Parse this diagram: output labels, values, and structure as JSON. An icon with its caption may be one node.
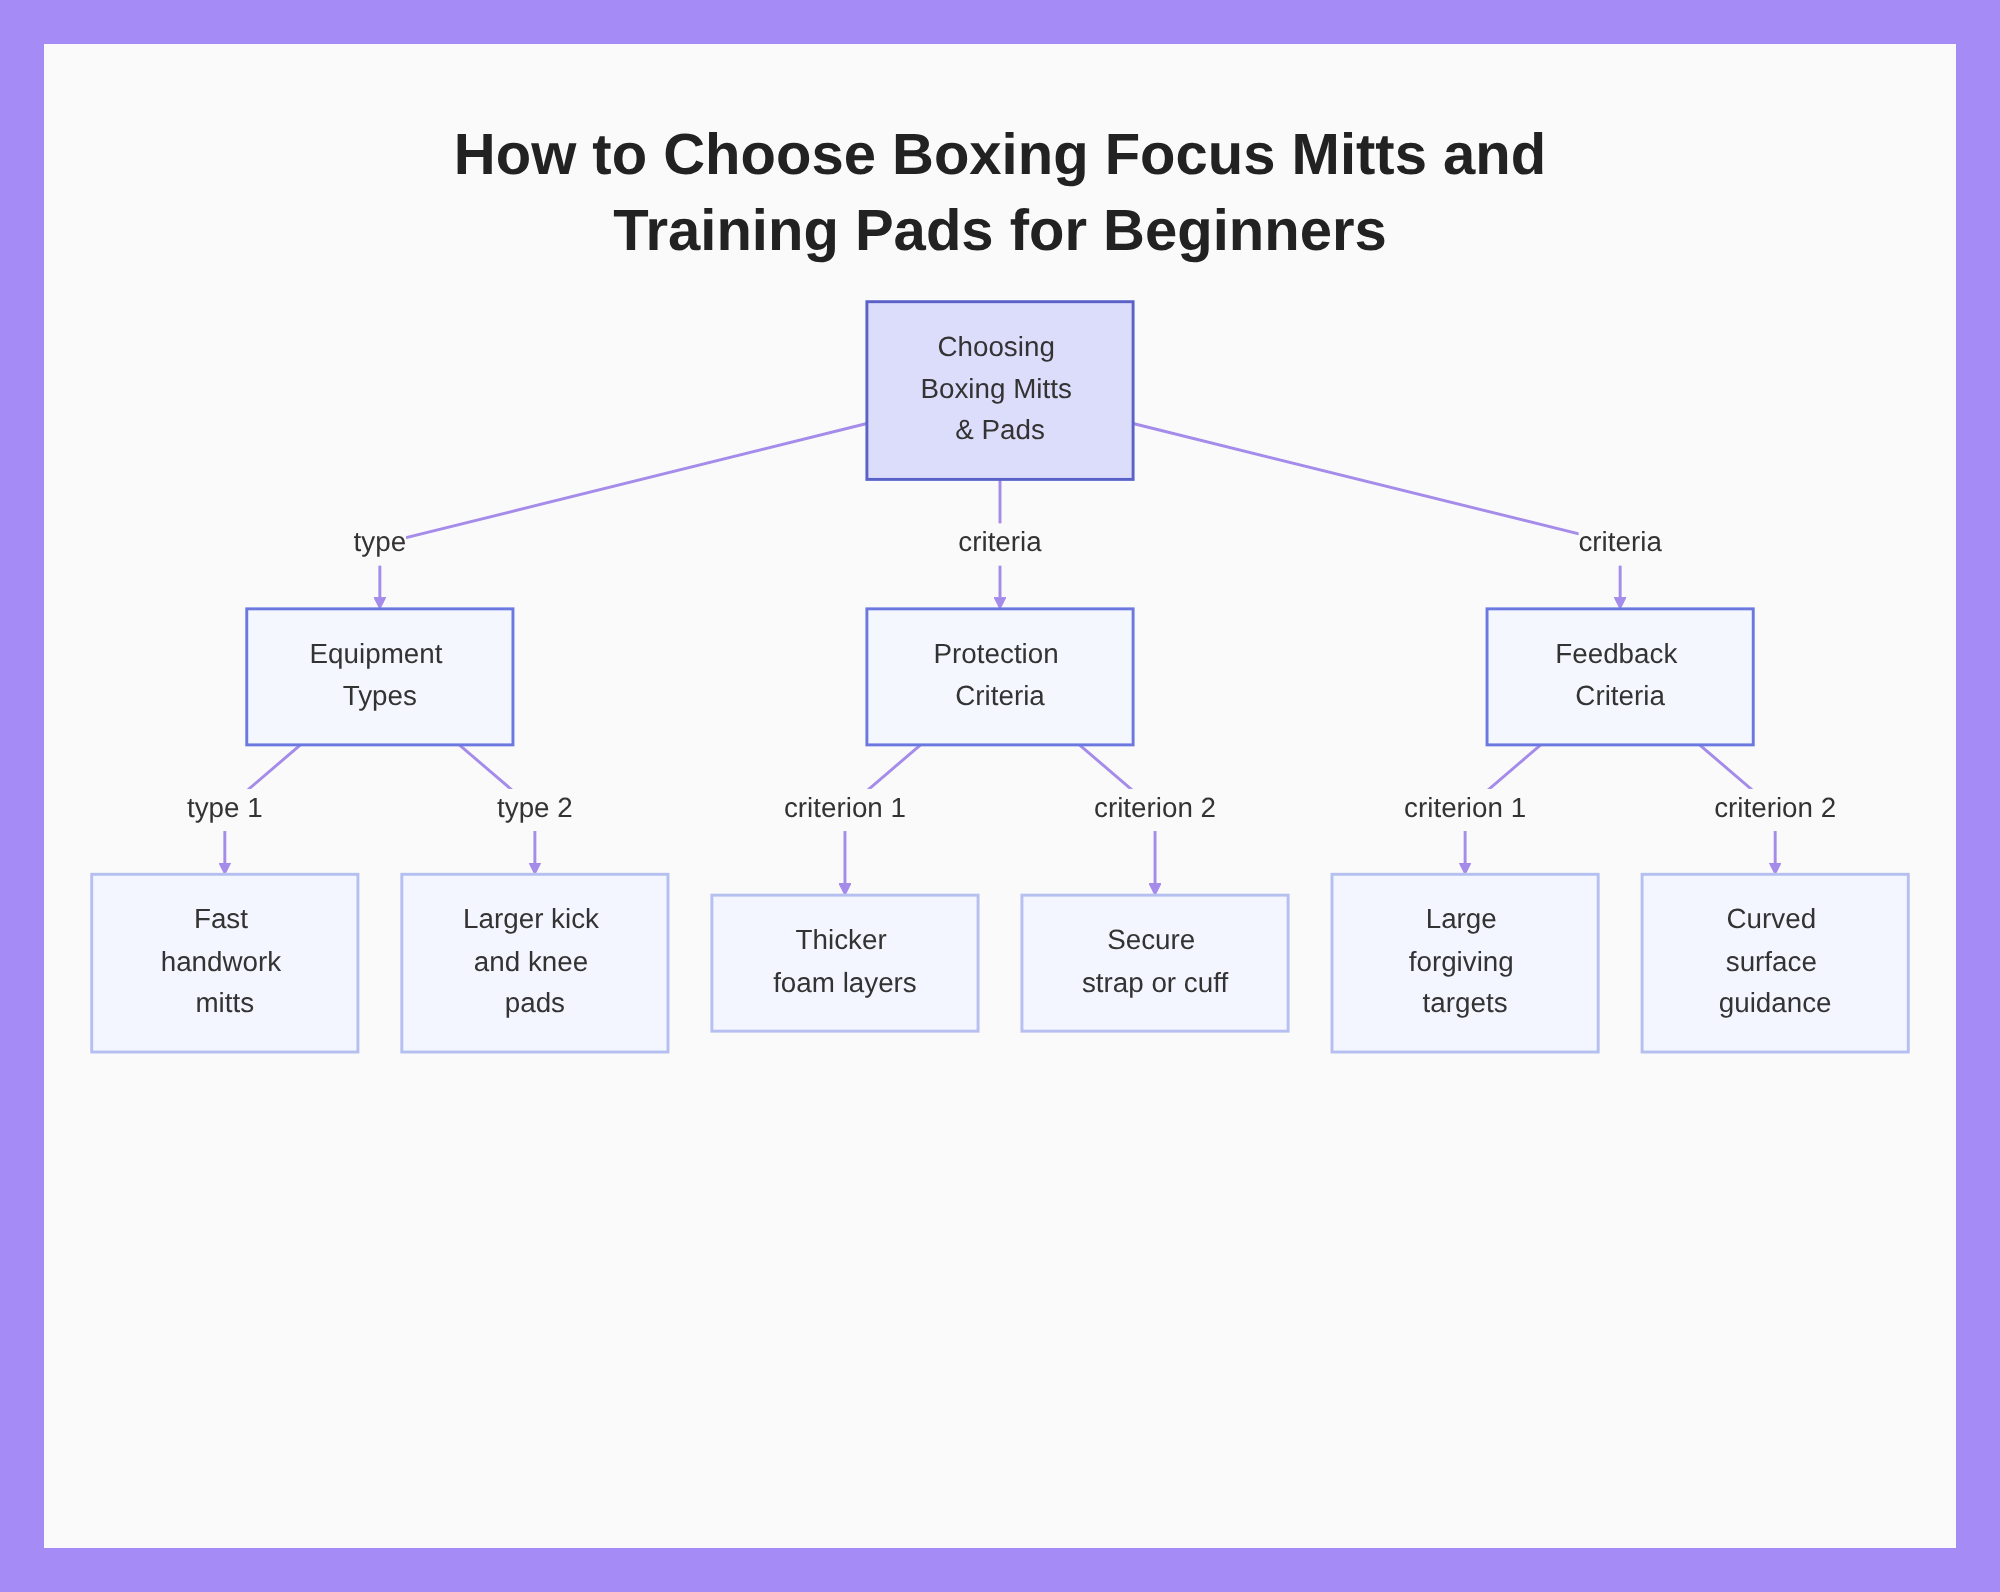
{
  "diagram": {
    "title": "How to Choose Boxing Focus Mitts and Training Pads for Beginners",
    "nodes": [
      {
        "text": [
          "Choosing Boxing Mitts & Pads"
        ]
      },
      {
        "text": [
          "Equipment Types"
        ]
      },
      {
        "text": [
          "Protection Criteria"
        ]
      },
      {
        "text": [
          "Feedback Criteria"
        ]
      },
      {
        "text": [
          "Fast handwork mitts"
        ]
      },
      {
        "text": [
          "Larger kick and knee pads"
        ]
      },
      {
        "text": [
          "Thicker foam layers"
        ]
      },
      {
        "text": [
          "Secure strap or cuff"
        ]
      },
      {
        "text": [
          "Large forgiving targets"
        ]
      },
      {
        "text": [
          "Curved surface guidance"
        ]
      }
    ],
    "edges": [
      {
        "from": 0,
        "to": 1,
        "arrow": "to",
        "label": "type"
      },
      {
        "from": 0,
        "to": 2,
        "arrow": "to",
        "label": "criteria"
      },
      {
        "from": 0,
        "to": 3,
        "arrow": "to",
        "label": "criteria"
      },
      {
        "from": 1,
        "to": 4,
        "arrow": "to",
        "label": "type 1"
      },
      {
        "from": 1,
        "to": 5,
        "arrow": "to",
        "label": "type 2"
      },
      {
        "from": 2,
        "to": 6,
        "arrow": "to",
        "label": "criterion 1"
      },
      {
        "from": 2,
        "to": 7,
        "arrow": "to",
        "label": "criterion 2"
      },
      {
        "from": 3,
        "to": 8,
        "arrow": "to",
        "label": "criterion 1"
      },
      {
        "from": 3,
        "to": 9,
        "arrow": "to",
        "label": "criterion 2"
      }
    ]
  }
}
